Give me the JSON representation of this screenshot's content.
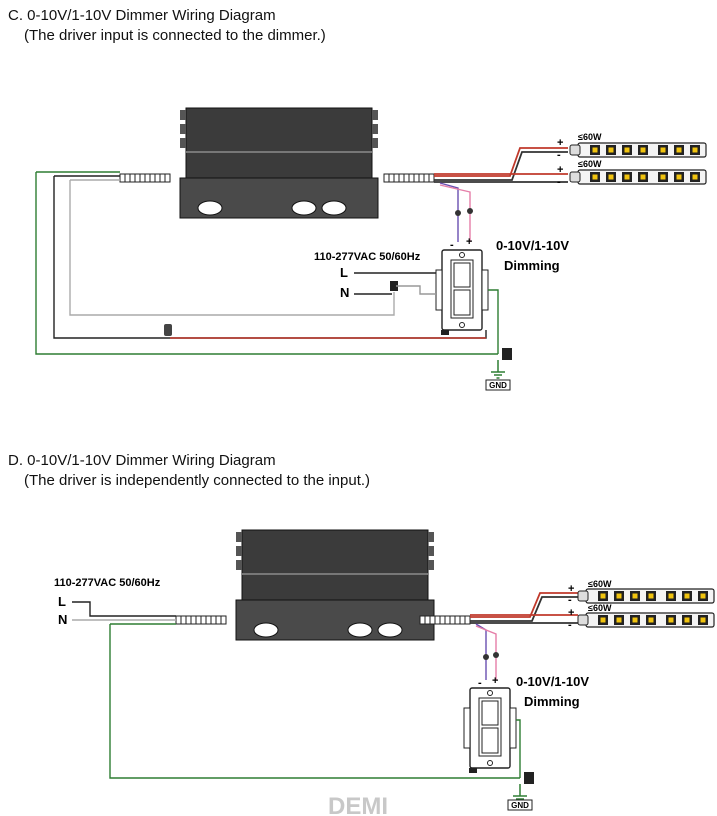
{
  "sectionC": {
    "title": "C. 0-10V/1-10V Dimmer Wiring Diagram",
    "subtitle": "(The driver input is connected to the dimmer.)",
    "voltage": "110-277VAC 50/60Hz",
    "line_label": "L",
    "neutral_label": "N",
    "dimming_label_1": "0-10V/1-10V",
    "dimming_label_2": "Dimming",
    "strip_power_1": "≤60W",
    "strip_power_2": "≤60W",
    "plus": "+",
    "minus": "-",
    "gnd": "GND"
  },
  "sectionD": {
    "title": "D. 0-10V/1-10V Dimmer Wiring Diagram",
    "subtitle": "(The driver is independently connected to the input.)",
    "voltage": "110-277VAC 50/60Hz",
    "line_label": "L",
    "neutral_label": "N",
    "dimming_label_1": "0-10V/1-10V",
    "dimming_label_2": "Dimming",
    "strip_power_1": "≤60W",
    "strip_power_2": "≤60W",
    "plus": "+",
    "minus": "-",
    "gnd": "GND"
  },
  "watermark": "DEMI",
  "colors": {
    "live": "#c0392b",
    "neutral": "#333333",
    "ground": "#2e7d32",
    "dim_purple": "#6a4fb0",
    "dim_pink": "#e57ea8",
    "driver_body": "#3b3b3b",
    "strip": "#f2f2f2"
  }
}
